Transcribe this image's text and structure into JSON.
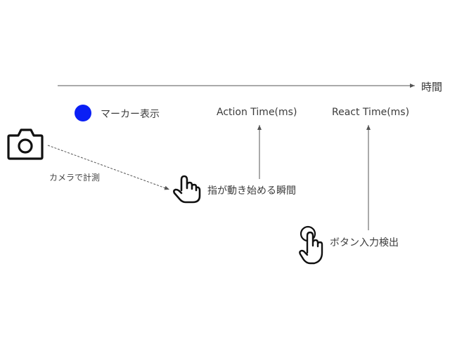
{
  "labels": {
    "time_axis": "時間",
    "marker_display": "マーカー表示",
    "action_time": "Action Time(ms)",
    "react_time": "React Time(ms)",
    "camera_measure": "カメラで計測",
    "finger_start": "指が動き始める瞬間",
    "button_detect": "ボタン入力検出"
  },
  "colors": {
    "marker": "#0a1ff5",
    "arrow": "#555555",
    "icon": "#111111"
  },
  "icons": [
    "camera-icon",
    "pointing-hand-icon",
    "tapping-hand-icon",
    "marker-dot"
  ]
}
